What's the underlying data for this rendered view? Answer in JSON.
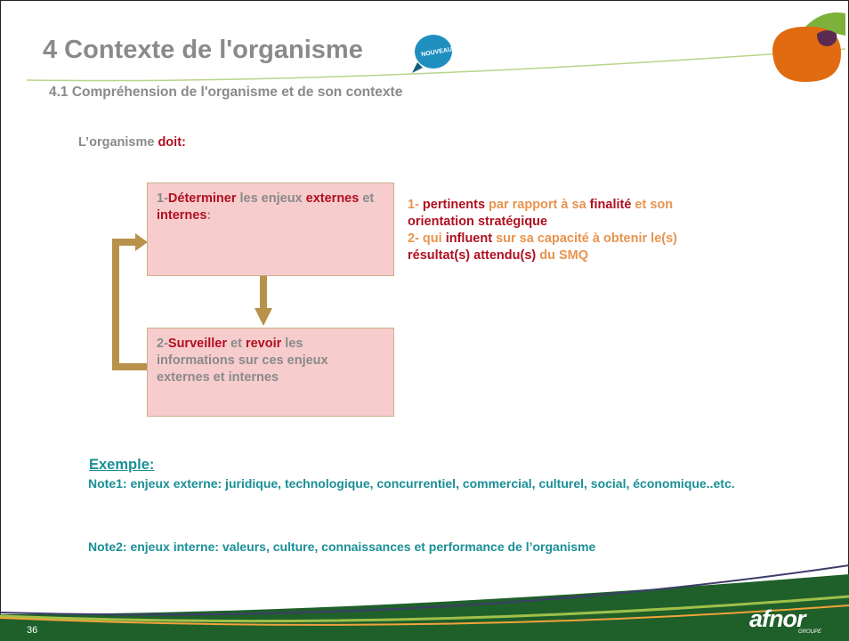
{
  "slide": {
    "title": "4 Contexte de l'organisme",
    "badge": "NOUVEAU!",
    "subtitle": "4.1 Compréhension de l'organisme et de son contexte",
    "intro": {
      "prefix": "L’organisme ",
      "emph": "doit:"
    },
    "box1": {
      "p1": "1-",
      "p2": "Déterminer",
      "p3": " les enjeux ",
      "p4": "externes",
      "p5": " et ",
      "p6": "internes",
      "p7": ":"
    },
    "box2": {
      "p1": "2-",
      "p2": "Surveiller",
      "p3": " et ",
      "p4": "revoir",
      "p5": " les informations sur ces enjeux externes et internes"
    },
    "criteria": {
      "l1a": "1- ",
      "l1b": "pertinents",
      "l1c": " par rapport à sa ",
      "l1d": "finalité",
      "l1e": " et son",
      "l2": "orientation  stratégique",
      "l3a": "2-  qui ",
      "l3b": "influent",
      "l3c": " sur sa capacité à obtenir le(s)",
      "l4a": "résultat(s)  attendu(s)",
      "l4b": "  du SMQ"
    },
    "example_heading": "Exemple:",
    "note1": "Note1: enjeux externe:  juridique, technologique, concurrentiel, commercial, culturel, social, économique..etc.",
    "note2": "Note2: enjeux interne: valeurs, culture, connaissances et performance de l’organisme",
    "page_number": "36",
    "logo": "afnor",
    "logo_sub": "GROUPE"
  },
  "colors": {
    "accent_red": "#b01020",
    "text_gray": "#8a8a8a",
    "teal": "#1a8f96",
    "box_fill": "#f7cccd",
    "arrow": "#b8914a",
    "footer_green": "#1f5f2a",
    "logo_orange": "#e06b10"
  }
}
